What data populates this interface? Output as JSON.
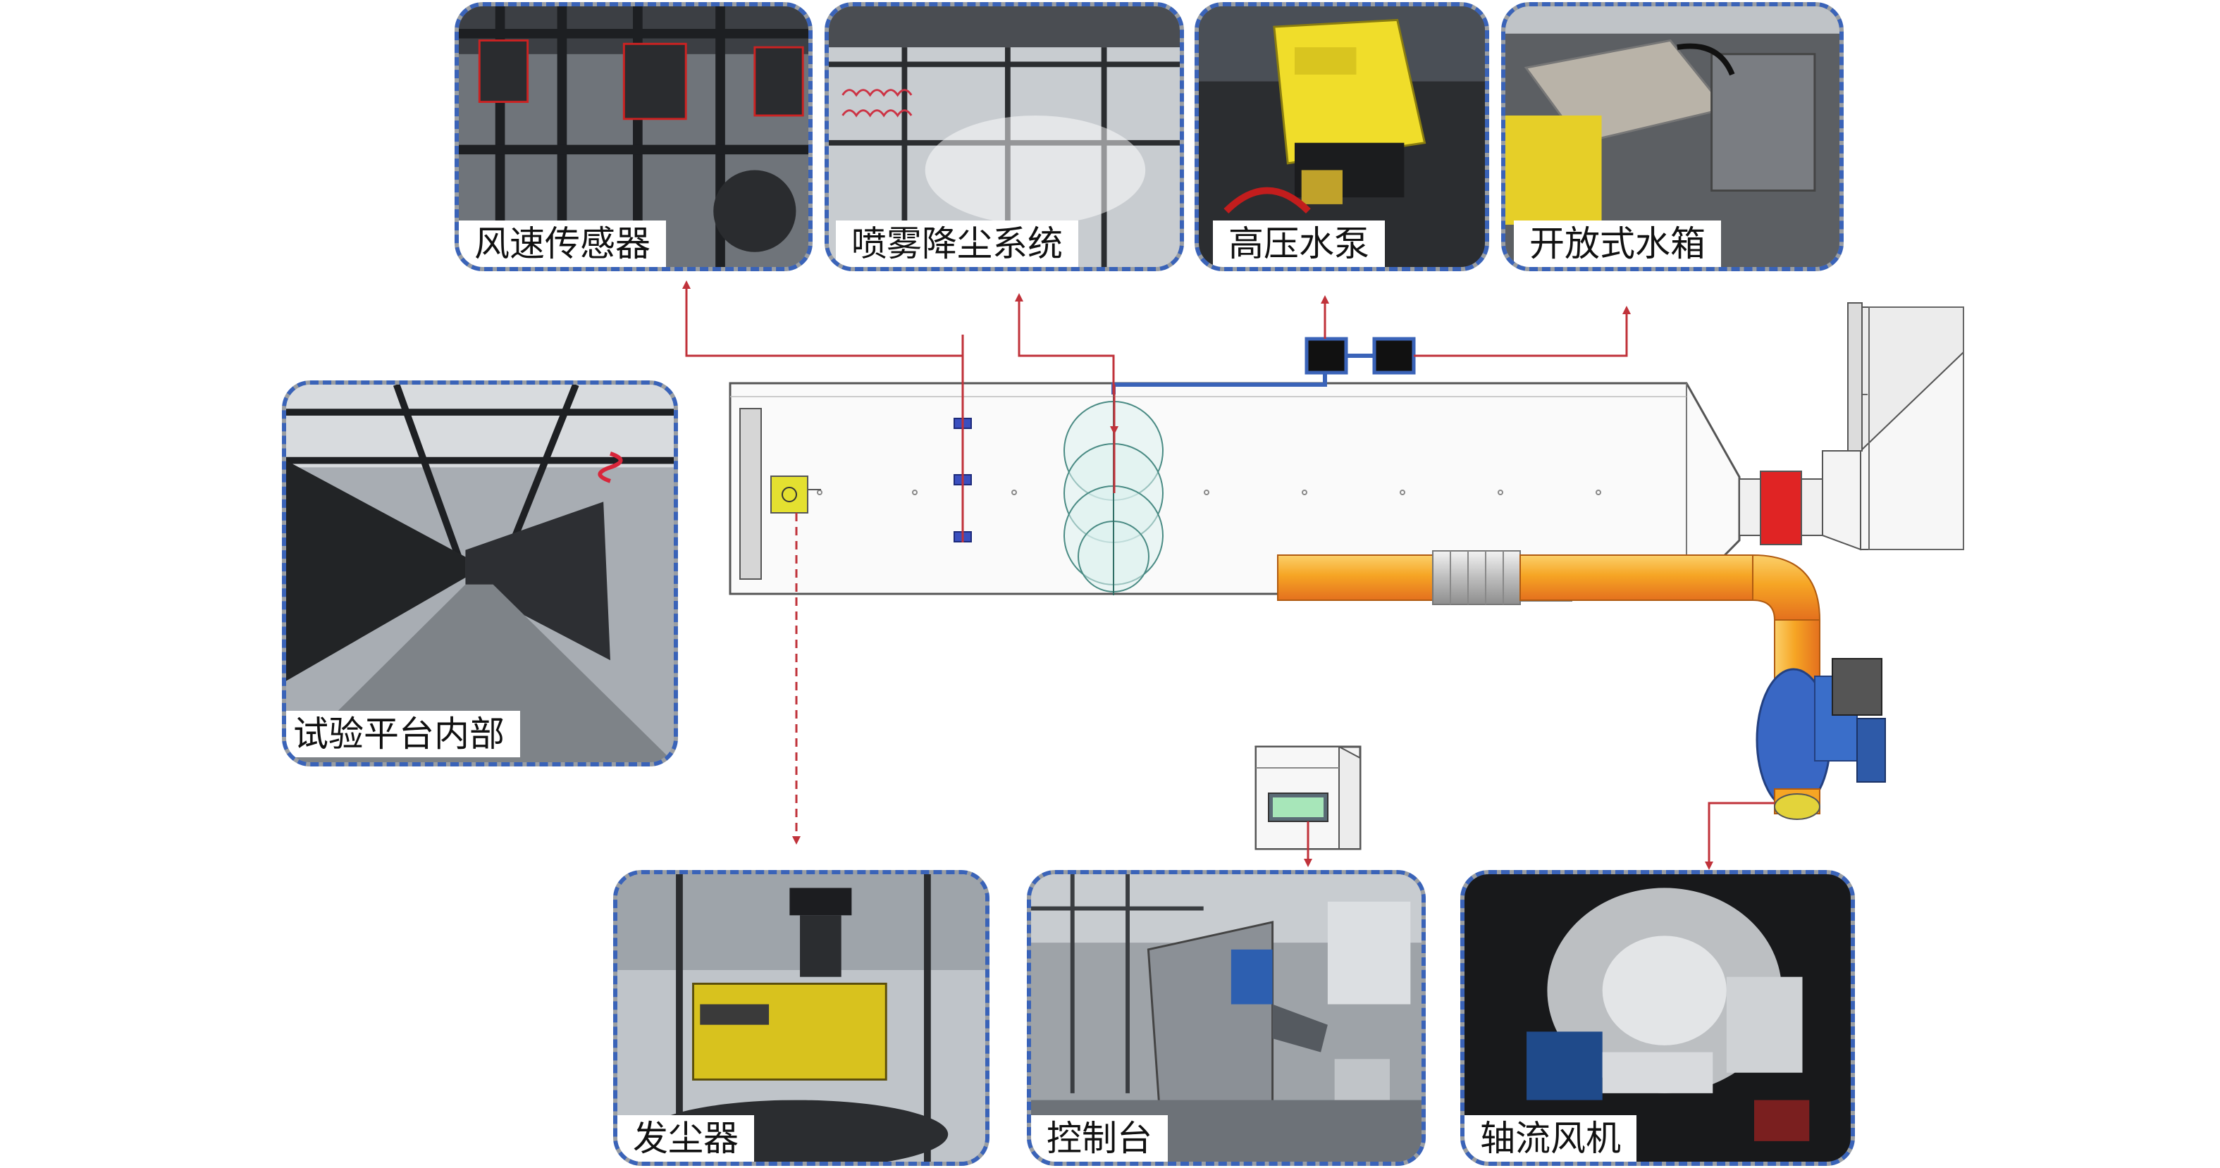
{
  "photos": {
    "wind_sensor": {
      "label": "风速传感器"
    },
    "spray_system": {
      "label": "喷雾降尘系统"
    },
    "hp_pump": {
      "label": "高压水泵"
    },
    "open_tank": {
      "label": "开放式水箱"
    },
    "platform_inside": {
      "label": "试验平台内部"
    },
    "dust_generator": {
      "label": "发尘器"
    },
    "console": {
      "label": "控制台"
    },
    "axial_fan": {
      "label": "轴流风机"
    }
  },
  "colors": {
    "dashed_border": "#3a63b8",
    "arrow": "#c0323a",
    "pipe_blue": "#3a63b8",
    "duct_orange": "#f5a623",
    "damper_red": "#e02424",
    "generator_yellow": "#e4e030"
  }
}
